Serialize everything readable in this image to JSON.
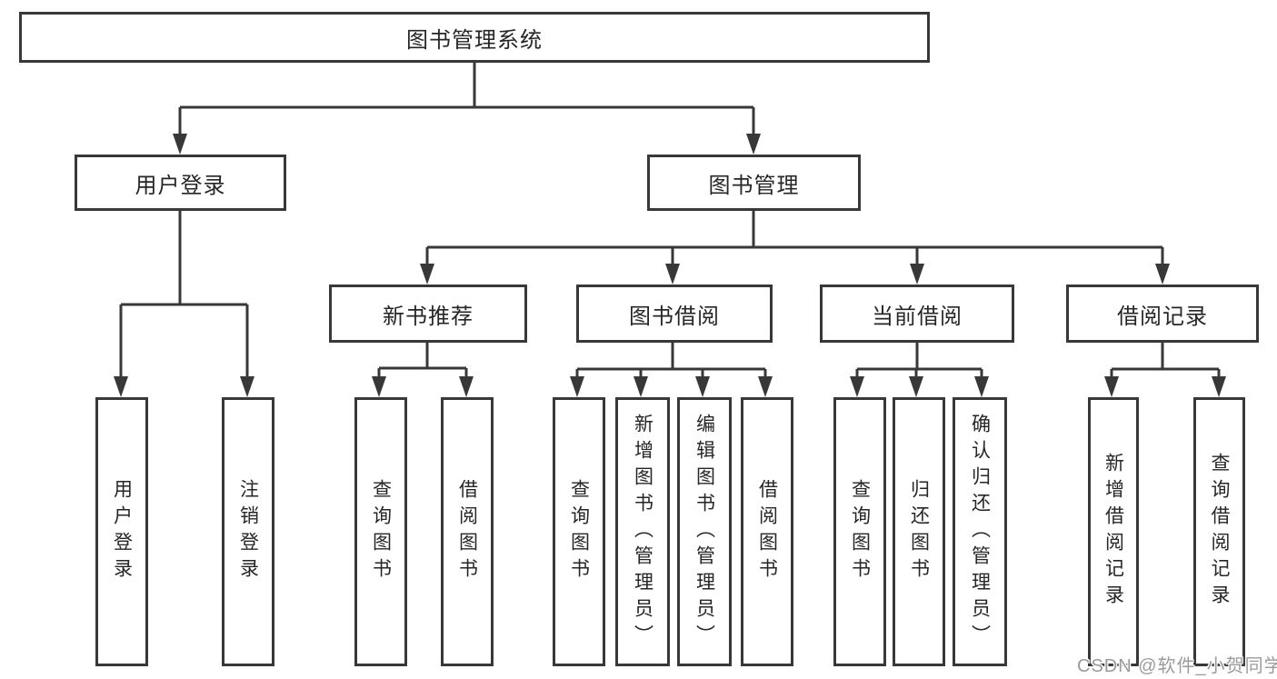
{
  "diagram": {
    "tree": {
      "label": "图书管理系统",
      "children": [
        {
          "label": "用户登录",
          "children": [
            {
              "label": "用户登录"
            },
            {
              "label": "注销登录"
            }
          ]
        },
        {
          "label": "图书管理",
          "children": [
            {
              "label": "新书推荐",
              "children": [
                {
                  "label": "查询图书"
                },
                {
                  "label": "借阅图书"
                }
              ]
            },
            {
              "label": "图书借阅",
              "children": [
                {
                  "label": "查询图书"
                },
                {
                  "label": "新增图书（管理员）"
                },
                {
                  "label": "编辑图书（管理员）"
                },
                {
                  "label": "借阅图书"
                }
              ]
            },
            {
              "label": "当前借阅",
              "children": [
                {
                  "label": "查询图书"
                },
                {
                  "label": "归还图书"
                },
                {
                  "label": "确认归还（管理员）"
                }
              ]
            },
            {
              "label": "借阅记录",
              "children": [
                {
                  "label": "新增借阅记录"
                },
                {
                  "label": "查询借阅记录"
                }
              ]
            }
          ]
        }
      ]
    }
  },
  "watermark": {
    "text": "CSDN @软件_小贺同学"
  },
  "colors": {
    "line": "#383838",
    "box_border": "#383838",
    "text": "#262626",
    "watermark": "#9b9b9b",
    "background": "#ffffff"
  }
}
